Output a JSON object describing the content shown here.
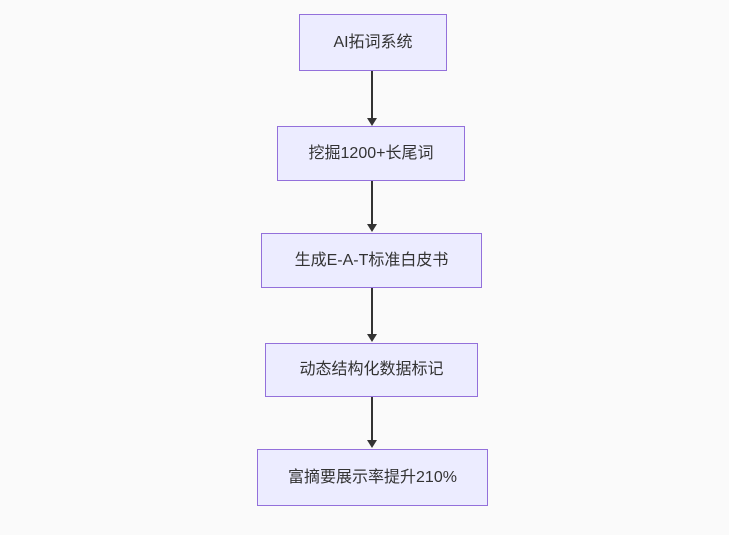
{
  "diagram": {
    "type": "flowchart",
    "direction": "top-down",
    "colors": {
      "background": "#fafafa",
      "node_fill": "#ECECFF",
      "node_border": "#9370DB",
      "text": "#333333",
      "arrow": "#333333"
    },
    "nodes": [
      {
        "id": "n1",
        "label": "AI拓词系统"
      },
      {
        "id": "n2",
        "label": "挖掘1200+长尾词"
      },
      {
        "id": "n3",
        "label": "生成E-A-T标准白皮书"
      },
      {
        "id": "n4",
        "label": "动态结构化数据标记"
      },
      {
        "id": "n5",
        "label": "富摘要展示率提升210%"
      }
    ],
    "edges": [
      {
        "from": "n1",
        "to": "n2"
      },
      {
        "from": "n2",
        "to": "n3"
      },
      {
        "from": "n3",
        "to": "n4"
      },
      {
        "from": "n4",
        "to": "n5"
      }
    ]
  }
}
